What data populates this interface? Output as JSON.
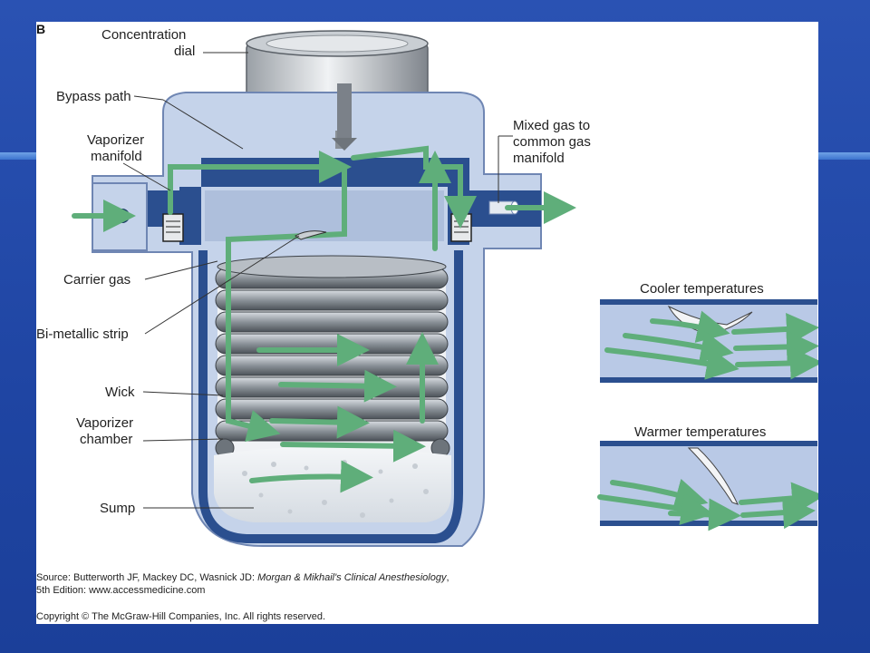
{
  "panel_letter": "B",
  "labels": {
    "concentration_dial_1": "Concentration",
    "concentration_dial_2": "dial",
    "bypass_path": "Bypass path",
    "vaporizer_manifold_1": "Vaporizer",
    "vaporizer_manifold_2": "manifold",
    "mixed_gas_1": "Mixed gas to",
    "mixed_gas_2": "common gas",
    "mixed_gas_3": "manifold",
    "carrier_gas": "Carrier gas",
    "bimetallic_strip": "Bi-metallic strip",
    "wick": "Wick",
    "vaporizer_chamber_1": "Vaporizer",
    "vaporizer_chamber_2": "chamber",
    "sump": "Sump",
    "cooler_temperatures": "Cooler temperatures",
    "warmer_temperatures": "Warmer temperatures"
  },
  "source": {
    "prefix": "Source: Butterworth JF, Mackey DC, Wasnick JD: ",
    "book": "Morgan & Mikhail's Clinical Anesthesiology",
    "suffix": ",",
    "line2": "5th Edition: www.accessmedicine.com"
  },
  "copyright": "Copyright © The McGraw-Hill Companies, Inc. All rights reserved.",
  "colors": {
    "slide_background": "#2147a6",
    "housing_light": "#c5d3ea",
    "housing_dark": "#2b4f8f",
    "flow_arrow": "#5fae7a"
  }
}
